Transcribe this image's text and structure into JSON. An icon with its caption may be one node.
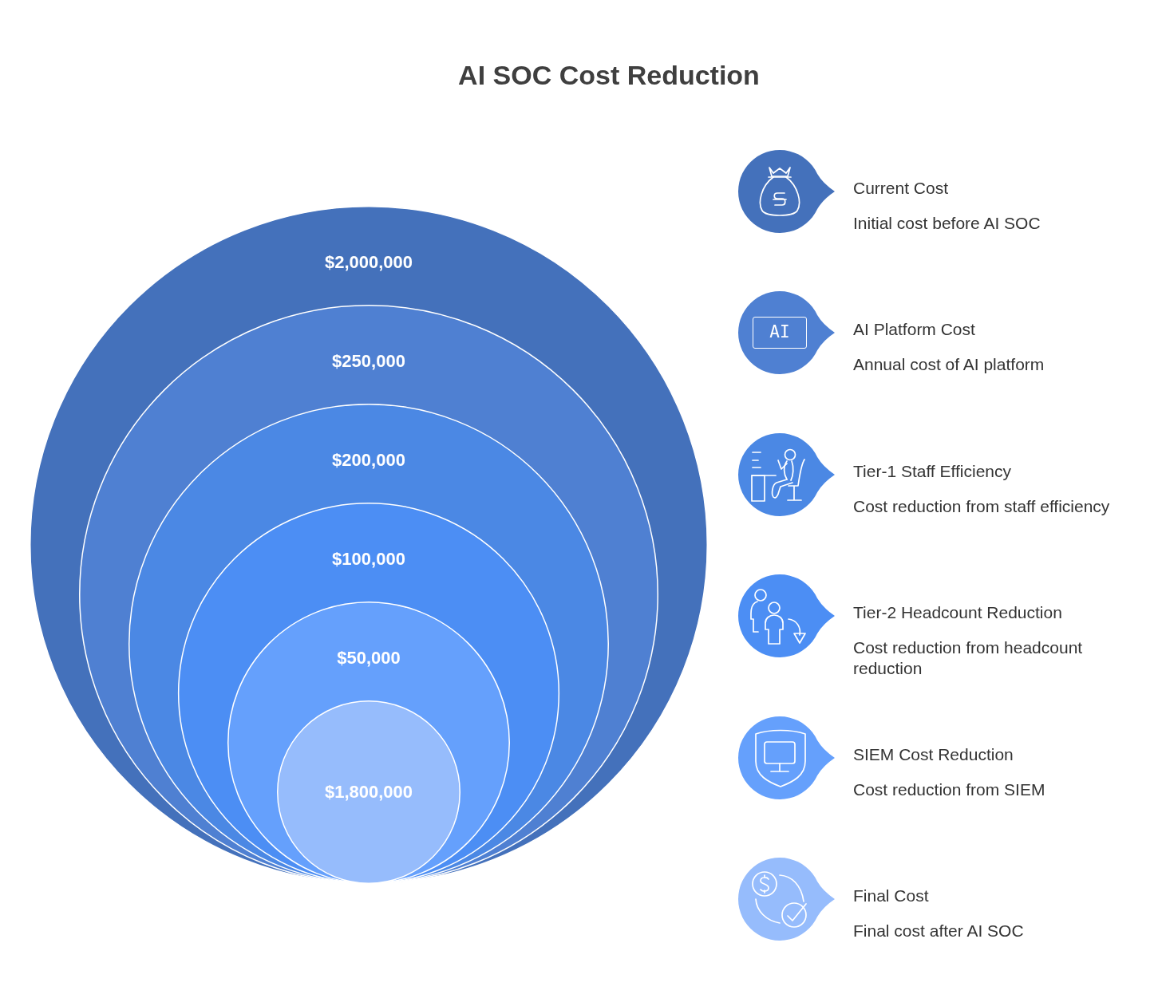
{
  "diagram": {
    "title": "AI SOC Cost Reduction",
    "nodes": [
      {
        "text": [
          "$2,000,000"
        ]
      },
      {
        "text": [
          "$250,000"
        ],
        "in": 0
      },
      {
        "text": [
          "$200,000"
        ],
        "in": 1
      },
      {
        "text": [
          "$100,000"
        ],
        "in": 2
      },
      {
        "text": [
          "$50,000"
        ],
        "in": 3
      },
      {
        "text": [
          "$1,800,000"
        ],
        "in": 4
      },
      {
        "text": [],
        "shape": "circle",
        "beside": [
          "Current Cost",
          "Initial cost before AI SOC"
        ]
      },
      {
        "text": [],
        "shape": "circle",
        "beside": [
          "AI Platform Cost",
          "Annual cost of AI platform"
        ]
      },
      {
        "text": [],
        "shape": "circle",
        "beside": [
          "Tier-1 Staff Efficiency",
          "Cost reduction from staff efficiency"
        ]
      },
      {
        "text": [],
        "shape": "circle",
        "beside": [
          "Tier-2 Headcount Reduction",
          "Cost reduction from headcount reduction"
        ]
      },
      {
        "text": [],
        "shape": "circle",
        "beside": [
          "SIEM Cost Reduction",
          "Cost reduction from SIEM"
        ]
      },
      {
        "text": [],
        "shape": "circle",
        "beside": [
          "Final Cost",
          "Final cost after AI SOC"
        ]
      }
    ],
    "labels": [
      "AI"
    ]
  }
}
